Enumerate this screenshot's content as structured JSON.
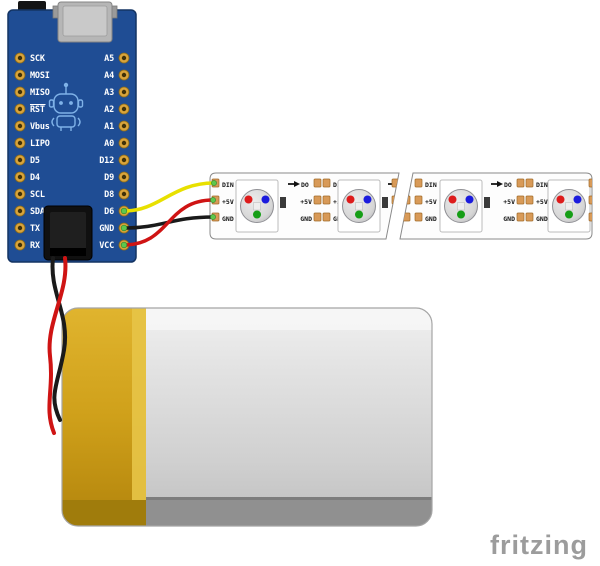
{
  "watermark": "fritzing",
  "board": {
    "left_pins": [
      "SCK",
      "MOSI",
      "MISO",
      "RST",
      "Vbus",
      "LIPO",
      "D5",
      "D4",
      "SCL",
      "SDA",
      "TX",
      "RX"
    ],
    "right_pins": [
      "A5",
      "A4",
      "A3",
      "A2",
      "A1",
      "A0",
      "D12",
      "D9",
      "D8",
      "D6",
      "GND",
      "VCC"
    ]
  },
  "strip": {
    "din_label": "DIN",
    "do_label": "DO",
    "v5_label": "+5V",
    "gnd_label": "GND"
  },
  "colors": {
    "board_blue": "#1f4d94",
    "board_border": "#143463",
    "pad_gold": "#d9a43b",
    "copper_pad": "#d89a58",
    "strip_bg": "#fdfdfd",
    "wire_yellow": "#e8e000",
    "wire_red": "#cf1414",
    "wire_black": "#1a1a1a",
    "endpoint_green": "#5ec74e",
    "battery_gold": "#cfa01a",
    "led_red": "#dd1b1b",
    "led_green": "#169e16",
    "led_blue": "#1b1bdd",
    "watermark_gray": "#9c9c9c"
  }
}
